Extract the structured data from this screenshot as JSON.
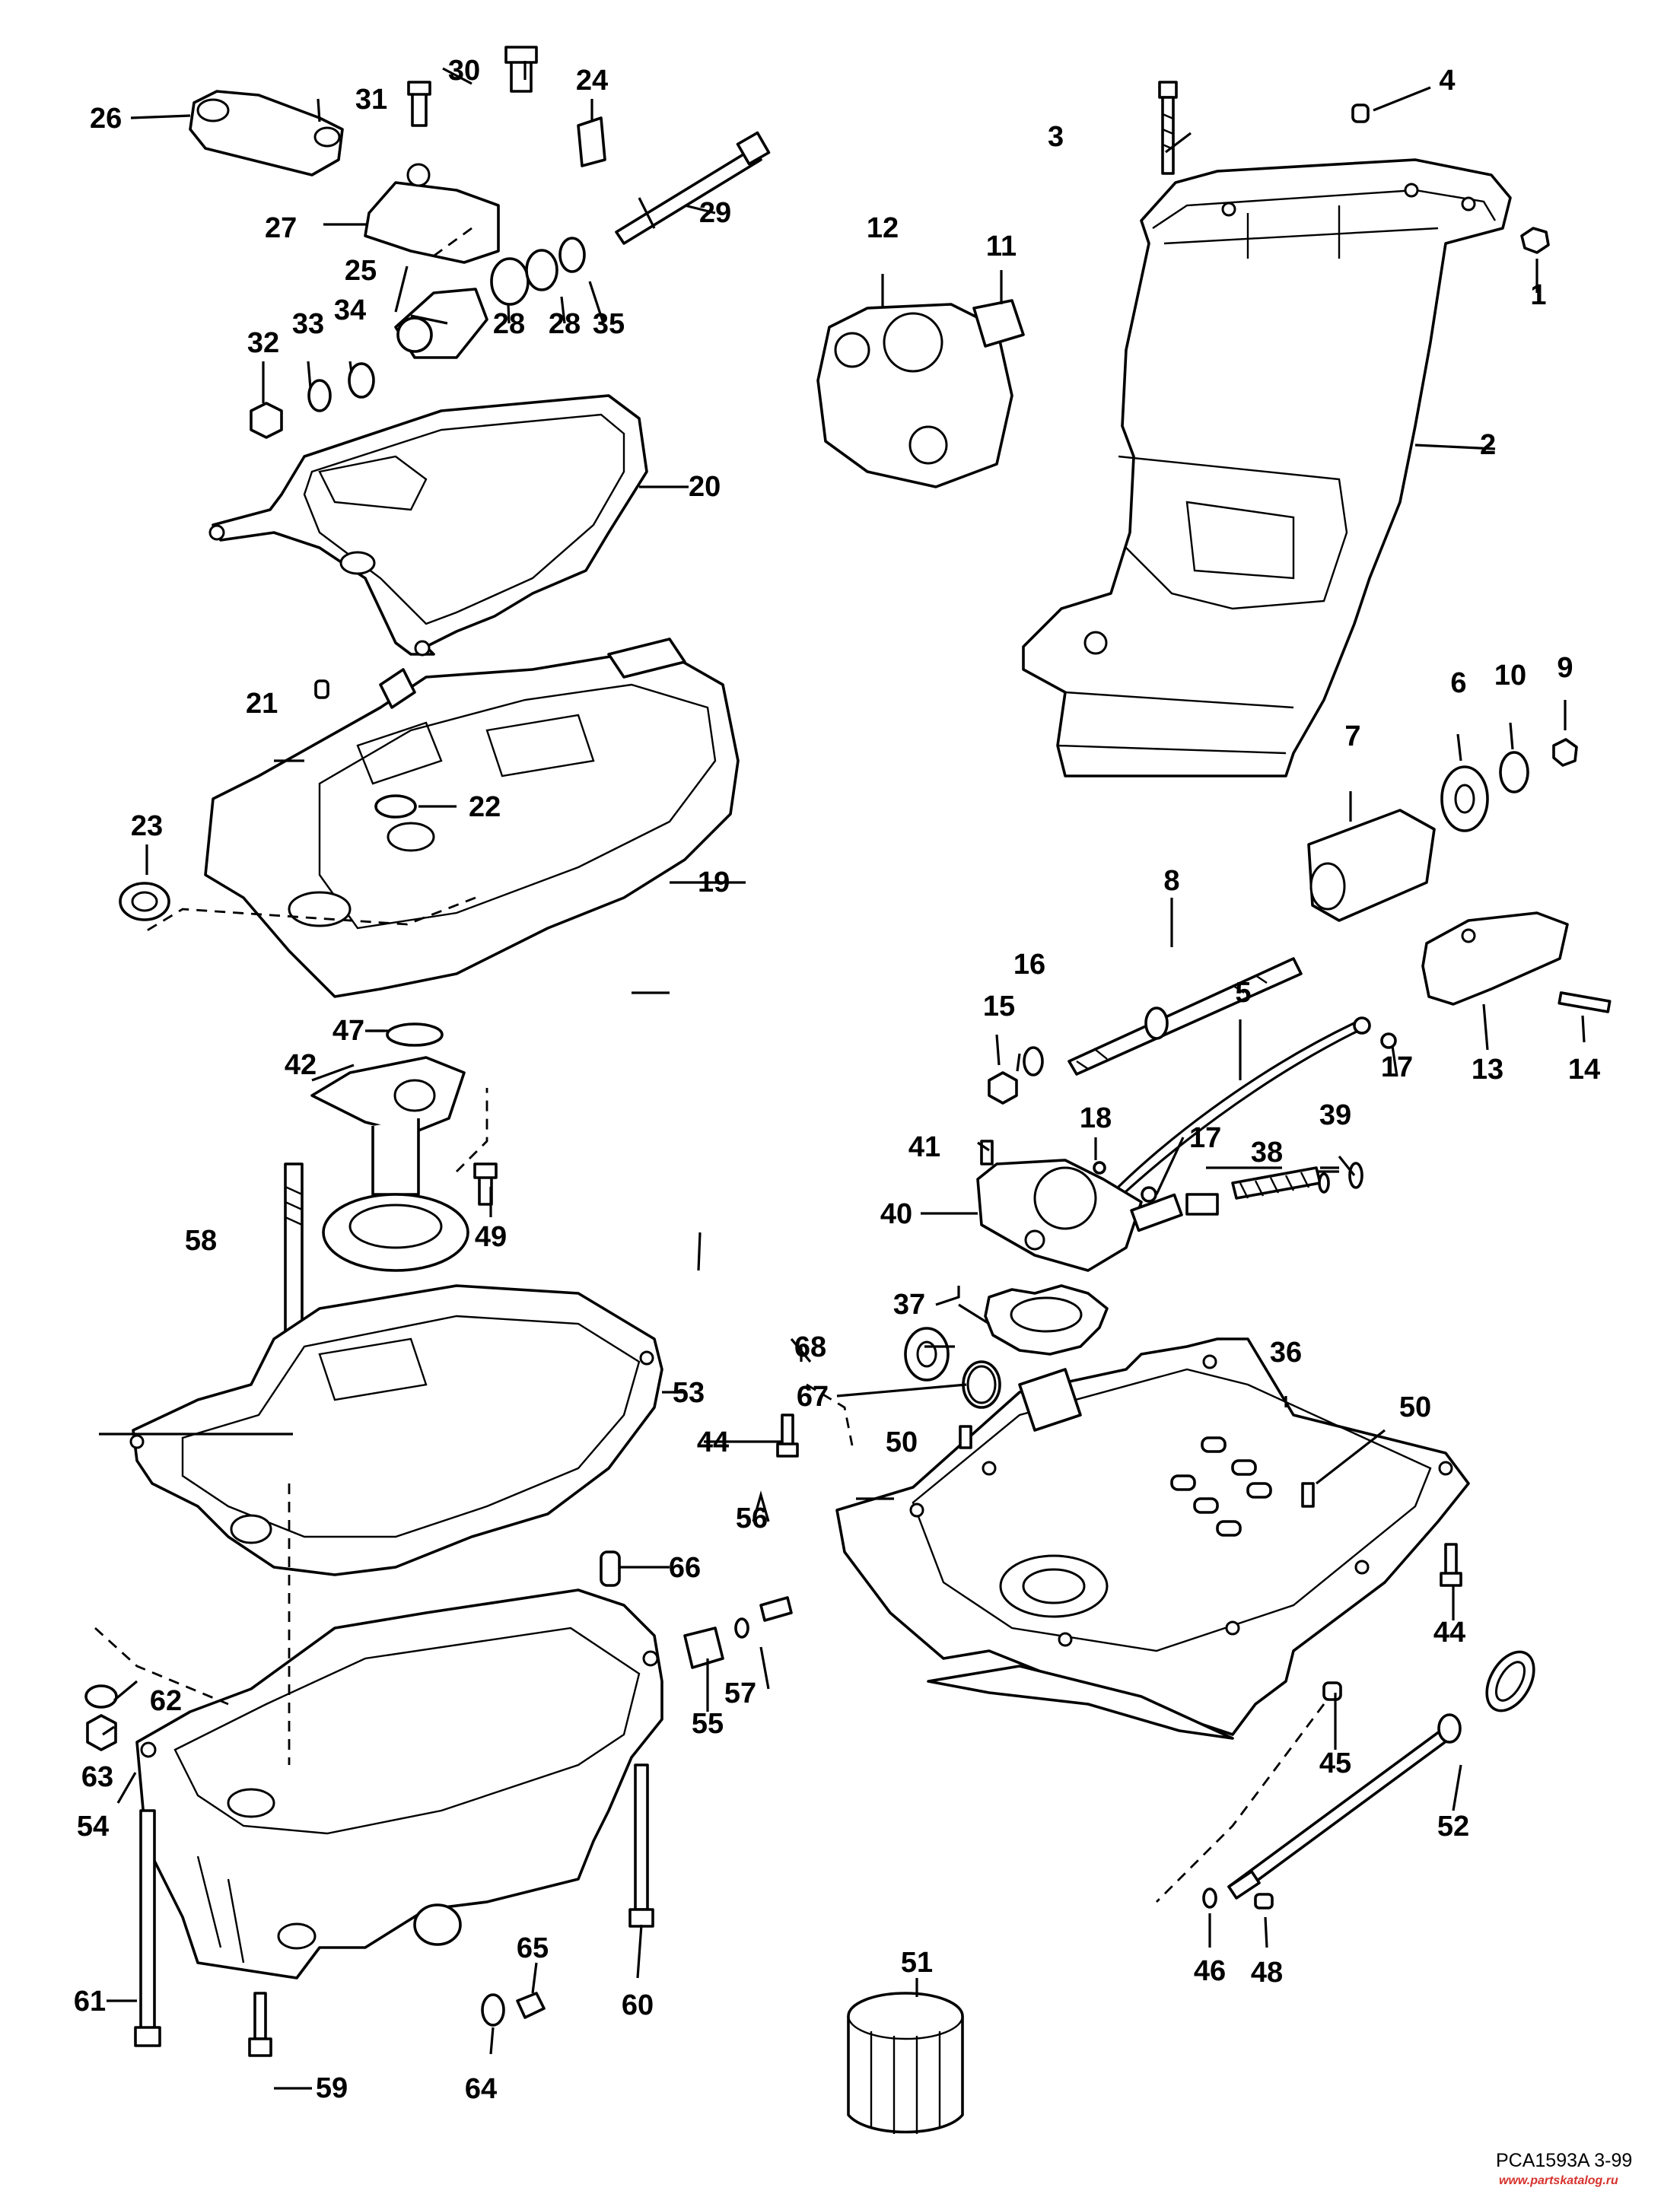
{
  "callouts": [
    "1",
    "2",
    "3",
    "4",
    "5",
    "6",
    "7",
    "8",
    "9",
    "10",
    "11",
    "12",
    "13",
    "14",
    "15",
    "16",
    "17",
    "17",
    "18",
    "19",
    "20",
    "21",
    "22",
    "23",
    "24",
    "25",
    "26",
    "27",
    "28",
    "28",
    "29",
    "30",
    "31",
    "32",
    "33",
    "34",
    "35",
    "36",
    "37",
    "38",
    "39",
    "40",
    "41",
    "42",
    "44",
    "44",
    "45",
    "46",
    "47",
    "48",
    "49",
    "50",
    "50",
    "51",
    "52",
    "53",
    "54",
    "55",
    "56",
    "57",
    "58",
    "59",
    "60",
    "61",
    "62",
    "63",
    "64",
    "65",
    "66",
    "67",
    "68"
  ],
  "footer": {
    "code": "PCA1593A  3-99",
    "url": "www.partskatalog.ru"
  }
}
